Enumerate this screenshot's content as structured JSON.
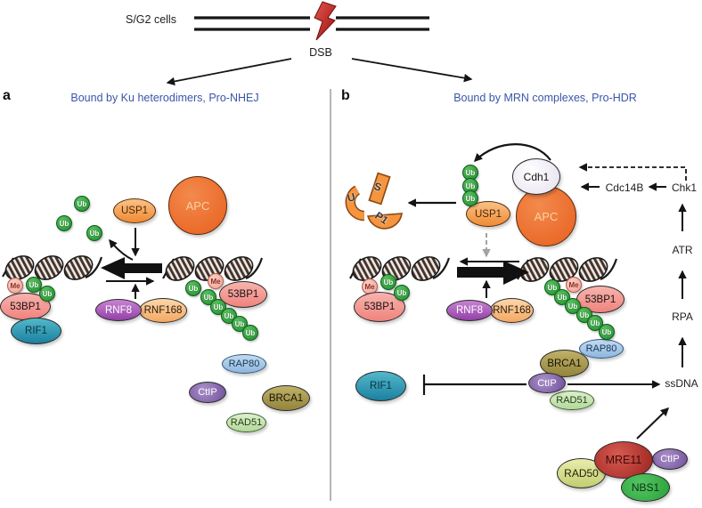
{
  "figure": {
    "title_area": {
      "cells_label": "S/G2 cells",
      "dsb_label": "DSB"
    },
    "panels": {
      "a": {
        "letter": "a",
        "header": "Bound by Ku heterodimers, Pro-NHEJ"
      },
      "b": {
        "letter": "b",
        "header": "Bound by MRN complexes, Pro-HDR"
      }
    },
    "tokens": {
      "ub": "Ub",
      "me": "Me"
    },
    "proteins": {
      "usp1": "USP1",
      "apc": "APC",
      "p53bp1": "53BP1",
      "rif1": "RIF1",
      "rnf8": "RNF8",
      "rnf168": "RNF168",
      "rap80": "RAP80",
      "ctip": "CtIP",
      "brca1": "BRCA1",
      "rad51": "RAD51",
      "cdh1": "Cdh1",
      "mre11": "MRE11",
      "rad50": "RAD50",
      "nbs1": "NBS1"
    },
    "degraded_usp1": {
      "u": "U",
      "s": "S",
      "p1": "P1"
    },
    "signaling": {
      "cdc14b": "Cdc14B",
      "chk1": "Chk1",
      "atr": "ATR",
      "rpa": "RPA",
      "ssdna": "ssDNA"
    },
    "colors": {
      "header_blue": "#3a56a7",
      "apc_orange": "#ec6a28",
      "ub_green": "#2fa13a",
      "me_pink": "#f3b3a9",
      "bolt_red": "#b5201c",
      "divider_gray": "#8f8f8f"
    }
  }
}
